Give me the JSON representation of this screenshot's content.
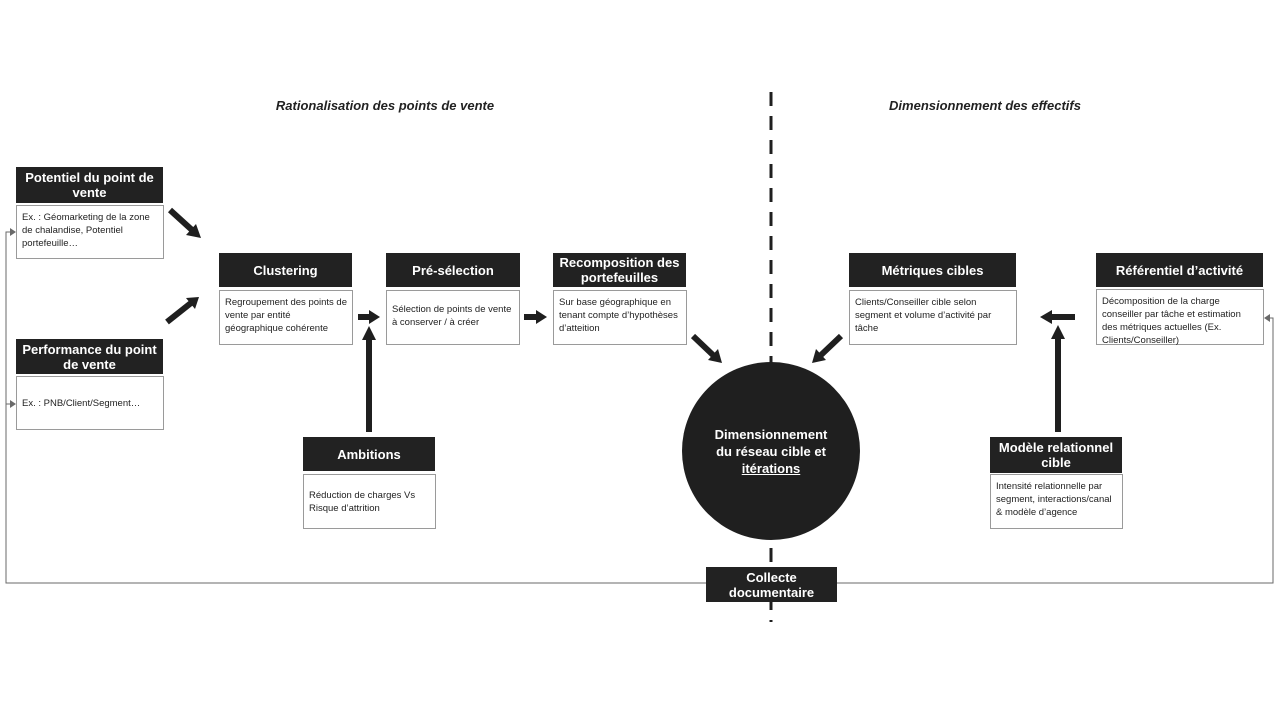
{
  "sections": {
    "left": "Rationalisation des points de vente",
    "right": "Dimensionnement des effectifs"
  },
  "boxes": {
    "potentiel": {
      "title": "Potentiel du point de vente",
      "desc": "Ex. : Géomarketing de la zone de chalandise, Potentiel portefeuille…"
    },
    "performance": {
      "title": "Performance du point de vente",
      "desc": "Ex. : PNB/Client/Segment…"
    },
    "clustering": {
      "title": "Clustering",
      "desc": "Regroupement des points de vente par entité géographique cohérente"
    },
    "preselection": {
      "title": "Pré-sélection",
      "desc": "Sélection de points de vente à conserver / à créer"
    },
    "recomposition": {
      "title": "Recomposition des portefeuilles",
      "desc": "Sur base géographique en tenant compte d’hypothèses d’atteition"
    },
    "ambitions": {
      "title": "Ambitions",
      "desc": "Réduction de charges Vs Risque d’attrition"
    },
    "metriques": {
      "title": "Métriques cibles",
      "desc": "Clients/Conseiller cible selon segment et volume d’activité par tâche"
    },
    "referentiel": {
      "title": "Référentiel d’activité",
      "desc": "Décomposition de la charge conseiller par tâche et estimation des métriques actuelles (Ex. Clients/Conseiller)"
    },
    "modele": {
      "title": "Modèle relationnel cible",
      "desc": "Intensité relationnelle par segment, interactions/canal & modèle d’agence"
    }
  },
  "center": {
    "line1": "Dimensionnement",
    "line2": "du réseau cible et",
    "line3": "itérations"
  },
  "collecte": "Collecte documentaire"
}
